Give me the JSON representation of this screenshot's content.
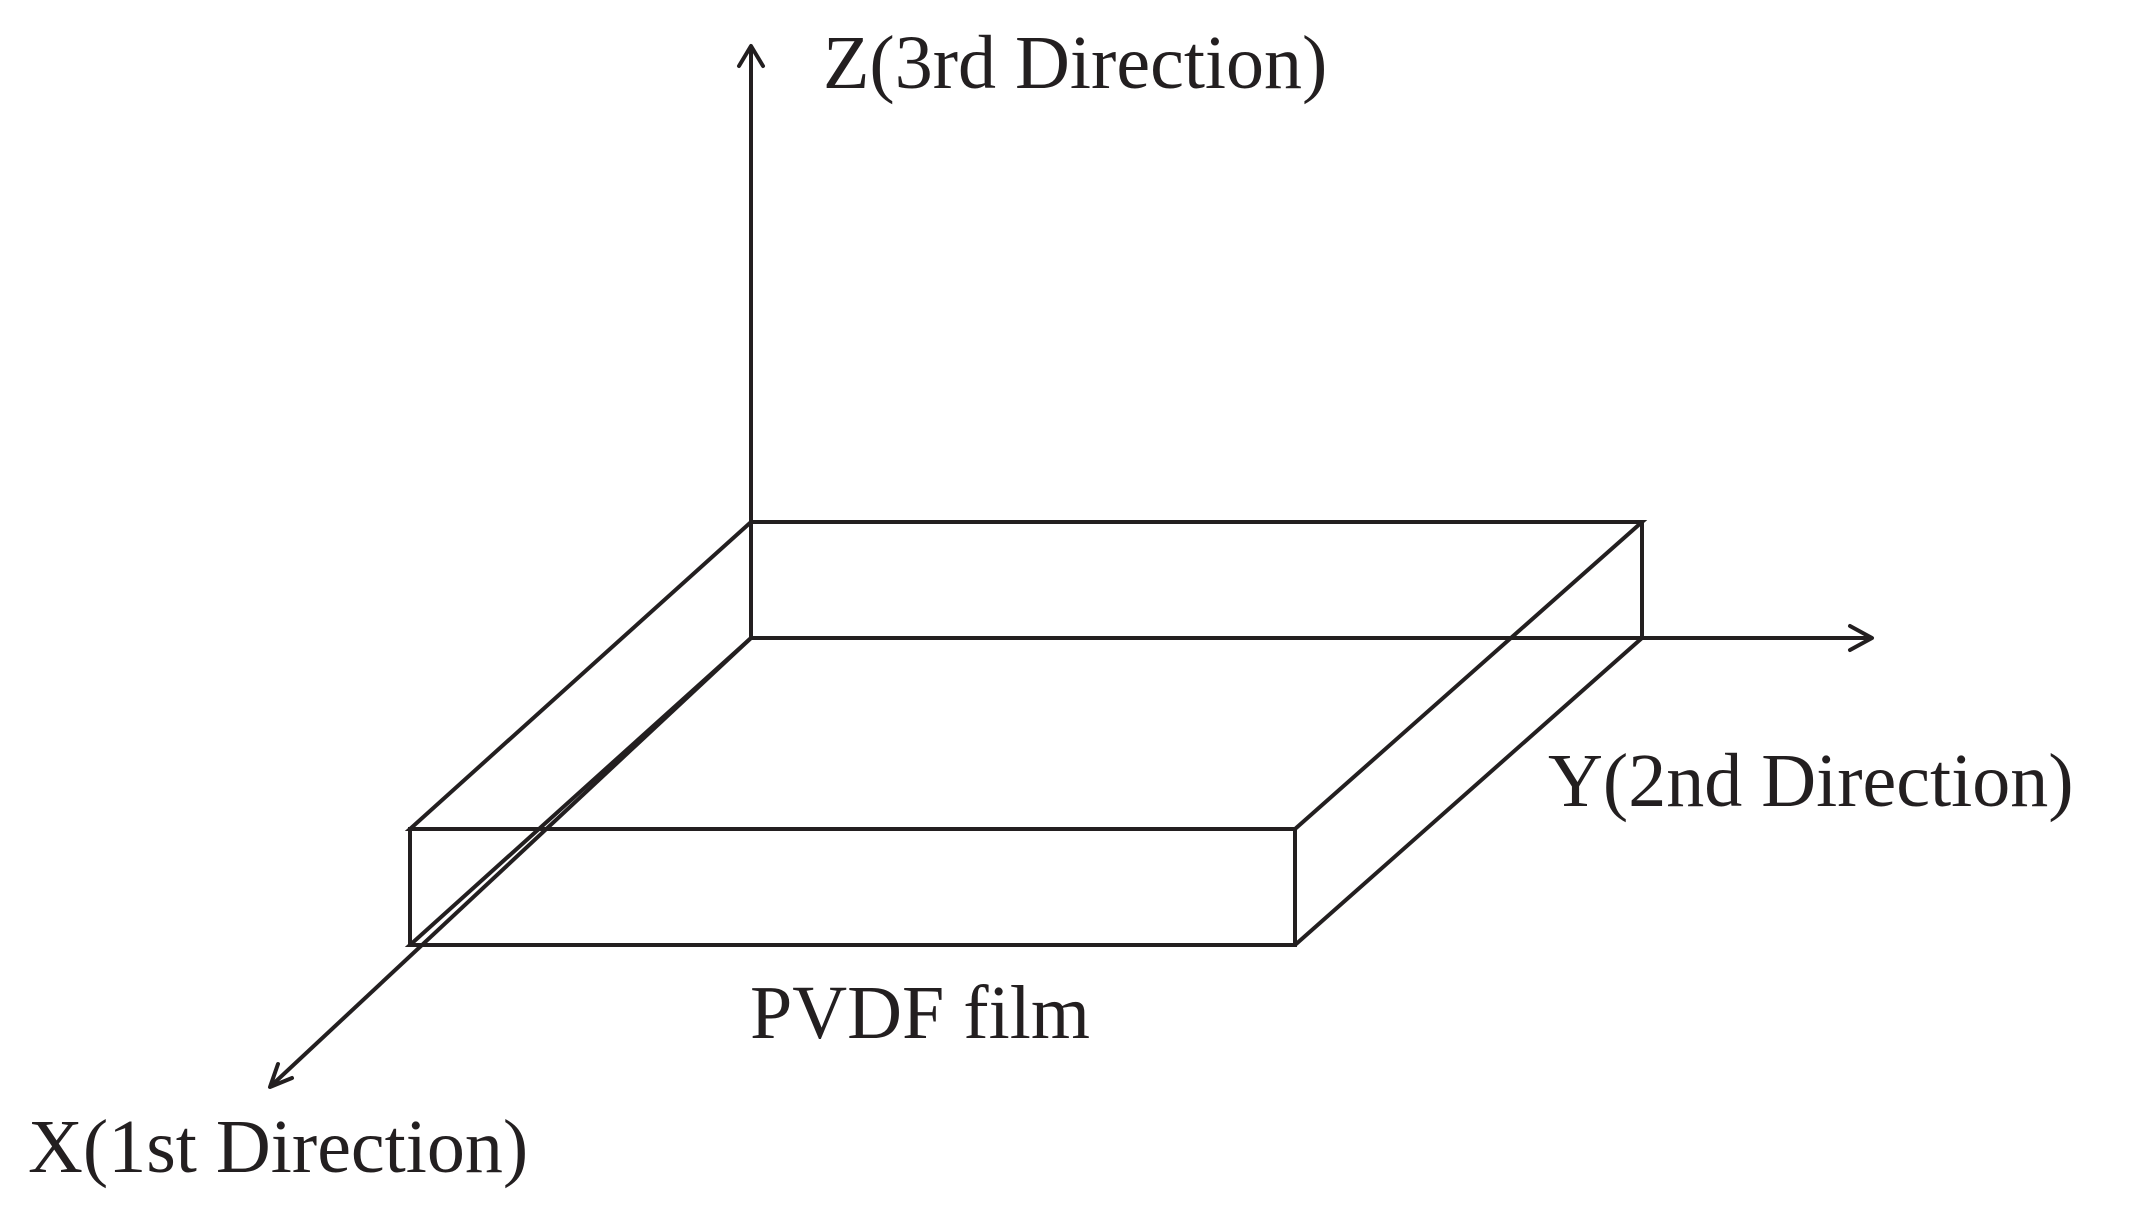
{
  "labels": {
    "z_axis": "Z(3rd Direction)",
    "y_axis": "Y(2nd Direction)",
    "x_axis": "X(1st Direction)",
    "film": "PVDF film"
  },
  "colors": {
    "line": "#231f20",
    "background": "#ffffff"
  }
}
